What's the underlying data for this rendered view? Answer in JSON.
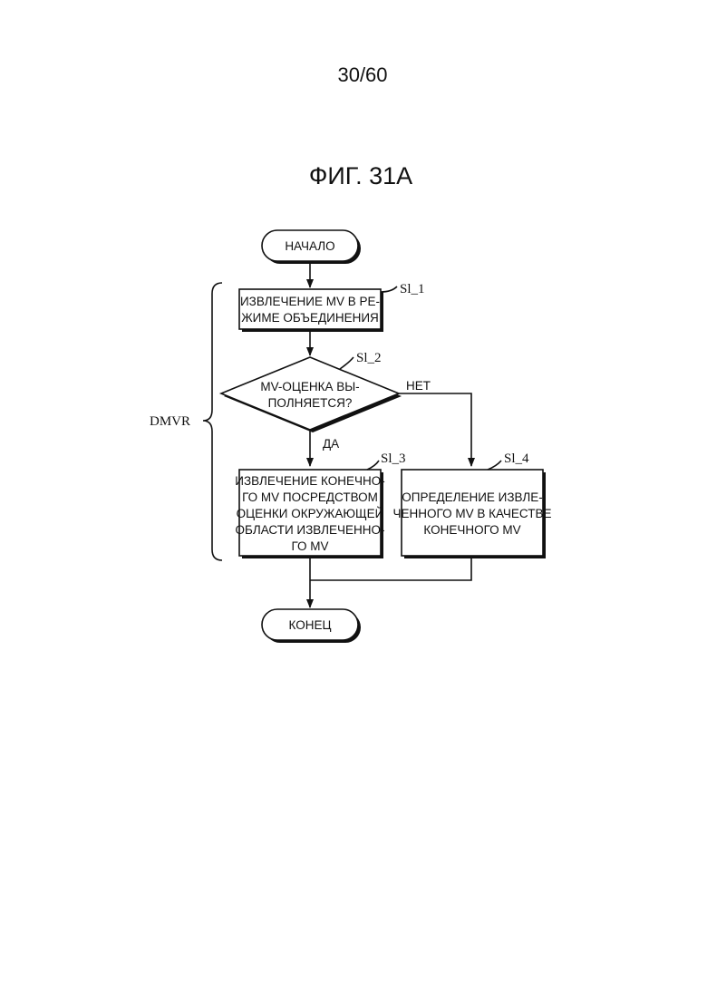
{
  "page_number": "30/60",
  "figure_title": "ФИГ. 31A",
  "group_label": "DMVR",
  "nodes": {
    "start": {
      "text": [
        "НАЧАЛО"
      ]
    },
    "s1": {
      "ref": "Sl_1",
      "text": [
        "ИЗВЛЕЧЕНИЕ MV В РЕ-",
        "ЖИМЕ ОБЪЕДИНЕНИЯ"
      ]
    },
    "s2": {
      "ref": "Sl_2",
      "text": [
        "MV-ОЦЕНКА ВЫ-",
        "ПОЛНЯЕТСЯ?"
      ]
    },
    "s3": {
      "ref": "Sl_3",
      "text": [
        "ИЗВЛЕЧЕНИЕ КОНЕЧНО-",
        "ГО MV ПОСРЕДСТВОМ",
        "ОЦЕНКИ ОКРУЖАЮЩЕЙ",
        "ОБЛАСТИ ИЗВЛЕЧЕННО-",
        "ГО MV"
      ]
    },
    "s4": {
      "ref": "Sl_4",
      "text": [
        "ОПРЕДЕЛЕНИЕ ИЗВЛЕ-",
        "ЧЕННОГО MV В КАЧЕСТВЕ",
        "КОНЕЧНОГО MV"
      ]
    },
    "end": {
      "text": [
        "КОНЕЦ"
      ]
    }
  },
  "edges": {
    "yes_label": "ДА",
    "no_label": "НЕТ"
  }
}
